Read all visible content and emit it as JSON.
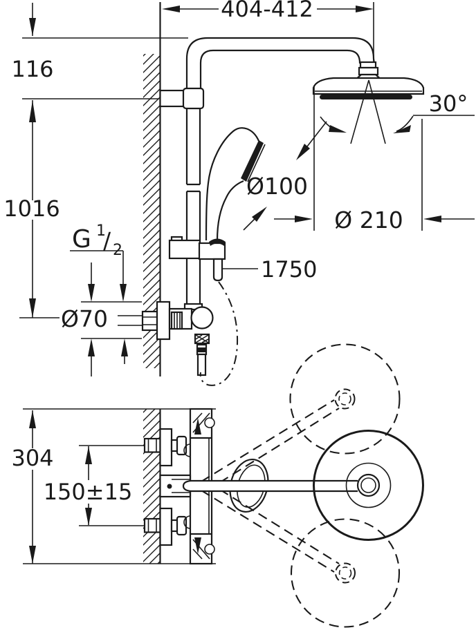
{
  "drawing": {
    "type": "technical-dimension-drawing",
    "subject": "shower-system-with-thermostat",
    "views": {
      "front_view": "shower column with head shower, hand shower and thermostat",
      "top_view": "head shower swivel range and wall connections"
    },
    "dimensions": {
      "width_range": "404-412",
      "head_wall_offset": "116",
      "column_height": "1016",
      "thread": {
        "letter": "G",
        "numerator": "1",
        "divider": "/",
        "denominator": "2"
      },
      "escutcheon_diameter": "Ø70",
      "hand_shower_diameter": "Ø100",
      "head_shower_diameter": "Ø 210",
      "tilt_angle": "30°",
      "hose_length": "1750",
      "projection_depth": "304",
      "inlet_spacing": "150±15"
    },
    "colors": {
      "line": "#1a1a1a",
      "background": "#ffffff"
    }
  }
}
